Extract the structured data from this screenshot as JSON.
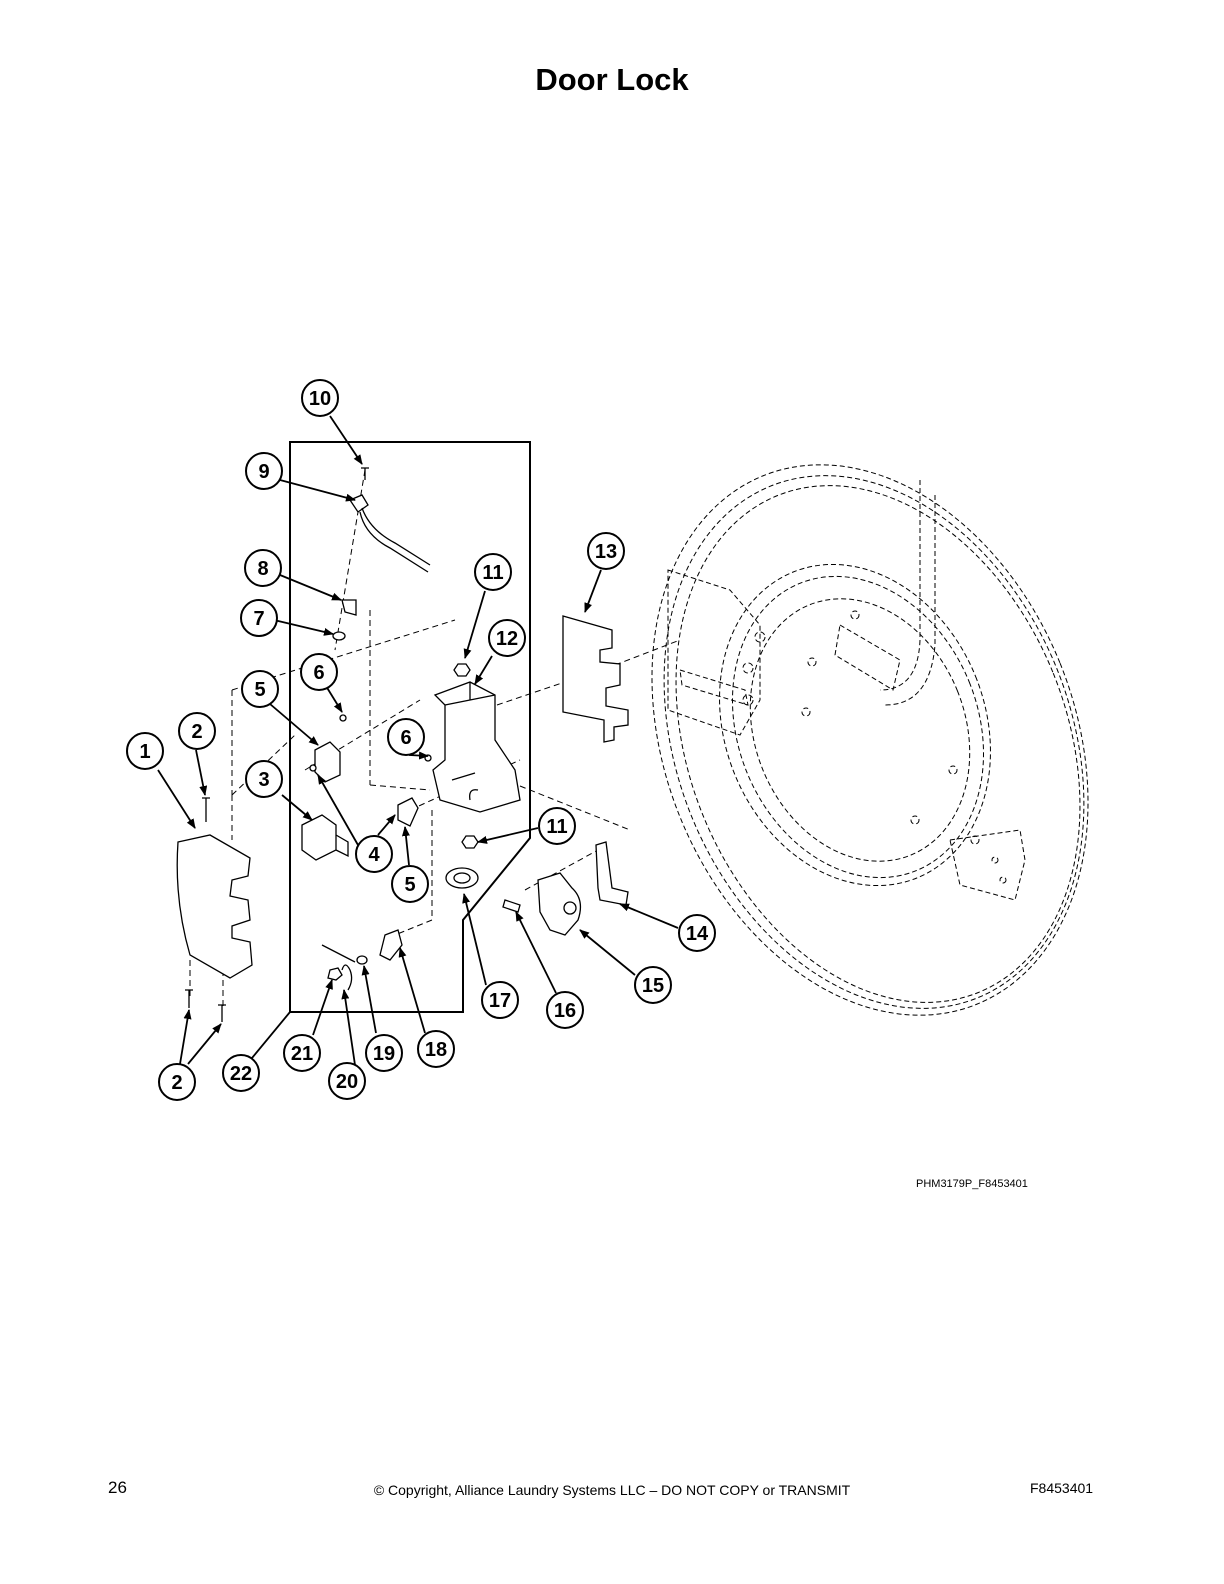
{
  "page": {
    "title": "Door Lock",
    "figure_code": "PHM3179P_F8453401",
    "page_number": "26",
    "copyright": "© Copyright, Alliance Laundry Systems LLC – DO NOT COPY or TRANSMIT",
    "document_number": "F8453401"
  },
  "callouts": [
    {
      "id": "c10",
      "label": "10"
    },
    {
      "id": "c9",
      "label": "9"
    },
    {
      "id": "c8",
      "label": "8"
    },
    {
      "id": "c7",
      "label": "7"
    },
    {
      "id": "c13",
      "label": "13"
    },
    {
      "id": "c11a",
      "label": "11"
    },
    {
      "id": "c12",
      "label": "12"
    },
    {
      "id": "c6a",
      "label": "6"
    },
    {
      "id": "c5a",
      "label": "5"
    },
    {
      "id": "c6b",
      "label": "6"
    },
    {
      "id": "c2a",
      "label": "2"
    },
    {
      "id": "c1",
      "label": "1"
    },
    {
      "id": "c3",
      "label": "3"
    },
    {
      "id": "c4",
      "label": "4"
    },
    {
      "id": "c11b",
      "label": "11"
    },
    {
      "id": "c5b",
      "label": "5"
    },
    {
      "id": "c14",
      "label": "14"
    },
    {
      "id": "c15",
      "label": "15"
    },
    {
      "id": "c17",
      "label": "17"
    },
    {
      "id": "c16",
      "label": "16"
    },
    {
      "id": "c21",
      "label": "21"
    },
    {
      "id": "c19",
      "label": "19"
    },
    {
      "id": "c18",
      "label": "18"
    },
    {
      "id": "c22",
      "label": "22"
    },
    {
      "id": "c20",
      "label": "20"
    },
    {
      "id": "c2b",
      "label": "2"
    }
  ]
}
